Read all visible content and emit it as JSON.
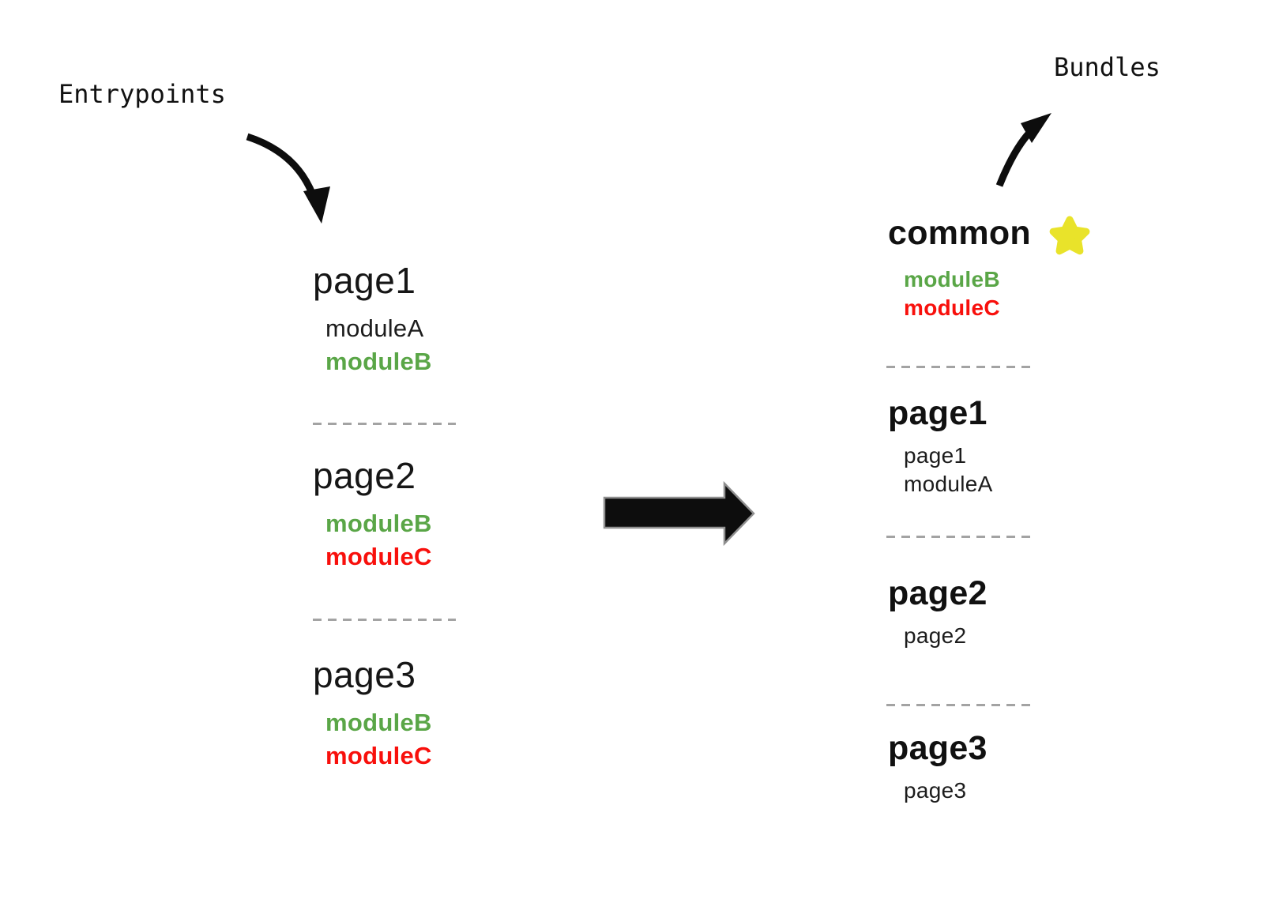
{
  "labels": {
    "entrypoints": "Entrypoints",
    "bundles": "Bundles"
  },
  "colors": {
    "black": "#1c1c1c",
    "green": "#5aa647",
    "red": "#f8100c",
    "star": "#e9e32a",
    "arrow": "#0d0d0d",
    "dash": "#a3a3a3"
  },
  "icons": {
    "star": "star-icon",
    "curved_arrow_left": "curved-arrow-down-icon",
    "curved_arrow_right": "curved-arrow-up-icon",
    "transform_arrow": "right-arrow-icon"
  },
  "entrypoints": [
    {
      "name": "page1",
      "modules": [
        {
          "label": "moduleA",
          "color": "black",
          "bold": false
        },
        {
          "label": "moduleB",
          "color": "green",
          "bold": true
        }
      ]
    },
    {
      "name": "page2",
      "modules": [
        {
          "label": "moduleB",
          "color": "green",
          "bold": true
        },
        {
          "label": "moduleC",
          "color": "red",
          "bold": true
        }
      ]
    },
    {
      "name": "page3",
      "modules": [
        {
          "label": "moduleB",
          "color": "green",
          "bold": true
        },
        {
          "label": "moduleC",
          "color": "red",
          "bold": true
        }
      ]
    }
  ],
  "bundles": [
    {
      "name": "common",
      "starred": true,
      "modules": [
        {
          "label": "moduleB",
          "color": "green",
          "bold": true
        },
        {
          "label": "moduleC",
          "color": "red",
          "bold": true
        }
      ]
    },
    {
      "name": "page1",
      "starred": false,
      "modules": [
        {
          "label": "page1",
          "color": "black",
          "bold": false
        },
        {
          "label": "moduleA",
          "color": "black",
          "bold": false
        }
      ]
    },
    {
      "name": "page2",
      "starred": false,
      "modules": [
        {
          "label": "page2",
          "color": "black",
          "bold": false
        }
      ]
    },
    {
      "name": "page3",
      "starred": false,
      "modules": [
        {
          "label": "page3",
          "color": "black",
          "bold": false
        }
      ]
    }
  ]
}
